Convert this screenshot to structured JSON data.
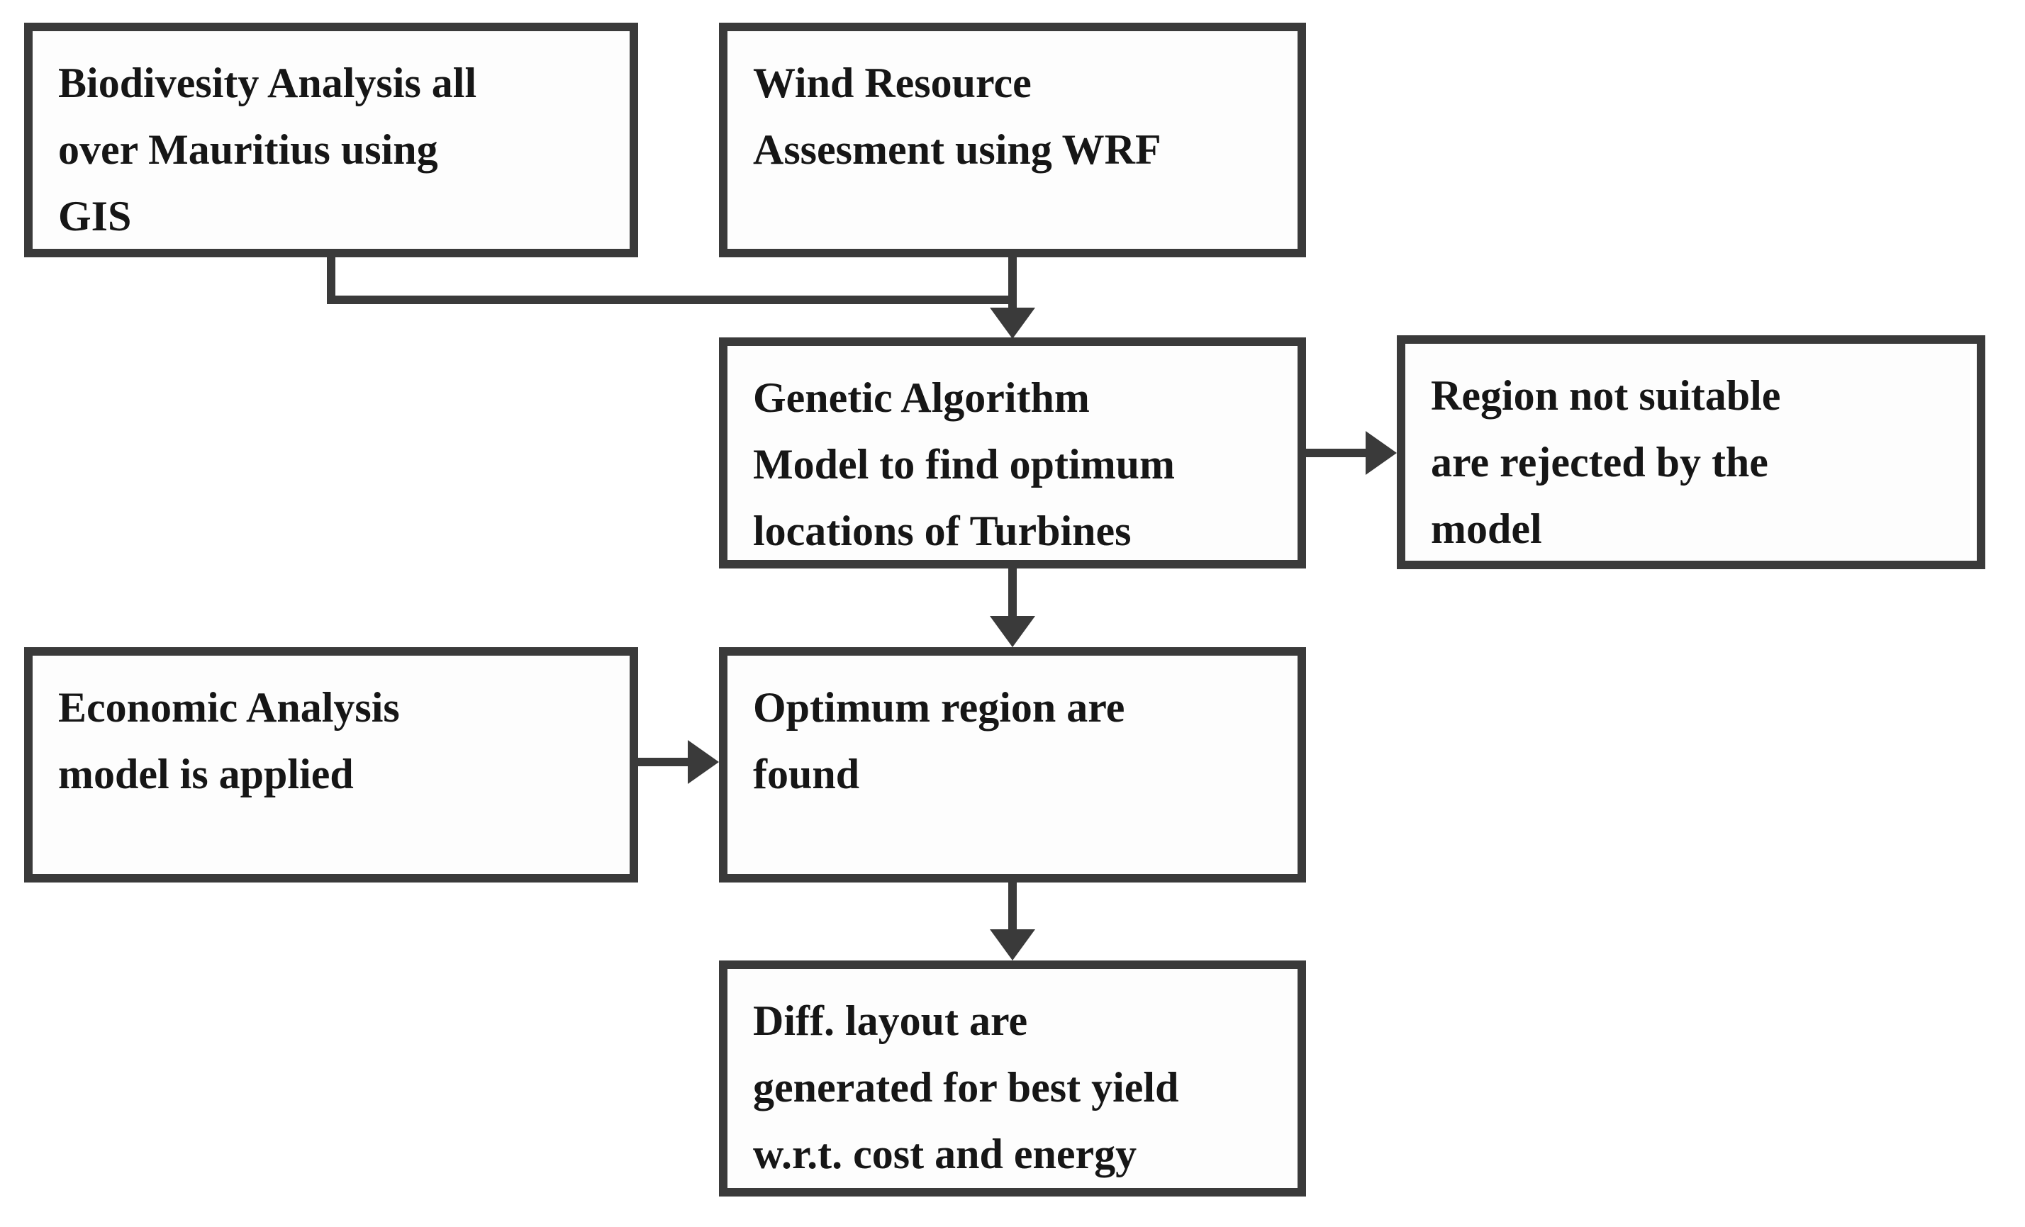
{
  "diagram": {
    "type": "flowchart",
    "colors": {
      "line": "#3a3a3a",
      "canvas": "#ffffff",
      "box_fill": "#fdfdfd",
      "text": "#161616"
    },
    "boxes": [
      {
        "id": "biodiversity-gis",
        "label": "Biodivesity Analysis all over Mauritius using GIS",
        "lines": [
          "Biodivesity Analysis all",
          "over Mauritius using",
          "GIS"
        ]
      },
      {
        "id": "wind-resource",
        "label": "Wind Resource Assesment using WRF",
        "lines": [
          "Wind Resource",
          "Assesment using WRF"
        ]
      },
      {
        "id": "genetic-algorithm",
        "label": "Genetic Algorithm Model to find optimum locations of Turbines",
        "lines": [
          "Genetic Algorithm",
          "Model to find optimum",
          "locations of Turbines"
        ]
      },
      {
        "id": "region-rejected",
        "label": "Region not suitable are rejected by the model",
        "lines": [
          "Region not suitable",
          "are rejected by the",
          "model"
        ]
      },
      {
        "id": "economic-analysis",
        "label": "Economic Analysis model is applied",
        "lines": [
          "Economic Analysis",
          "model is applied"
        ]
      },
      {
        "id": "optimum-region",
        "label": "Optimum region are found",
        "lines": [
          "Optimum region are",
          "found"
        ]
      },
      {
        "id": "layouts-generated",
        "label": "Diff. layout are generated for best yield w.r.t. cost and energy",
        "lines": [
          "Diff. layout are",
          "generated for best yield",
          "w.r.t. cost and energy"
        ]
      }
    ],
    "edges": [
      {
        "from": "biodiversity-gis",
        "to": "genetic-algorithm"
      },
      {
        "from": "wind-resource",
        "to": "genetic-algorithm"
      },
      {
        "from": "genetic-algorithm",
        "to": "region-rejected"
      },
      {
        "from": "genetic-algorithm",
        "to": "optimum-region"
      },
      {
        "from": "economic-analysis",
        "to": "optimum-region"
      },
      {
        "from": "optimum-region",
        "to": "layouts-generated"
      }
    ]
  }
}
